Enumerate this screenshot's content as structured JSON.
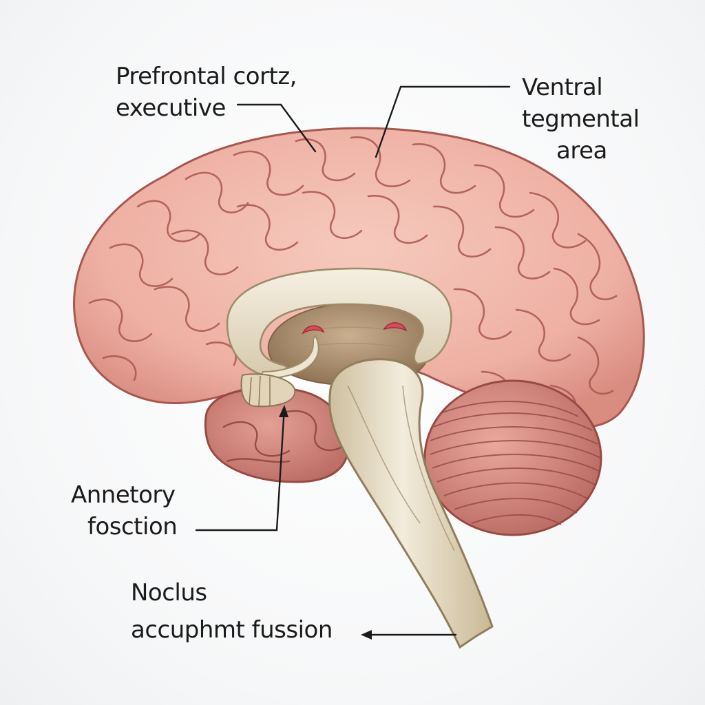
{
  "labels": {
    "prefrontal": {
      "line1": "Prefrontal cortz,",
      "line2": "executive"
    },
    "vta": {
      "line1": "Ventral",
      "line2": "tegmental",
      "line3": "area"
    },
    "annetory": {
      "line1": "Annetory",
      "line2": "fosction"
    },
    "noclus": {
      "line1": "Noclus",
      "line2": "accuphmt fussion"
    }
  },
  "colors": {
    "background": "#f7f8f9",
    "cortex": "#f0b6aa",
    "cortex_shadow": "#c97a70",
    "gyri_line": "#a5544d",
    "brainstem": "#e6dcc6",
    "corpus_callosum": "#ebe3d0",
    "cerebellum": "#d78c82",
    "ink": "#1b1b1b"
  }
}
